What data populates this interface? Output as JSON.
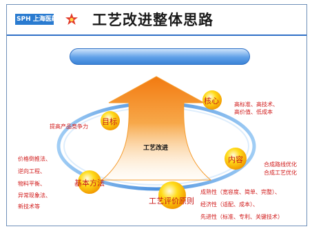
{
  "header": {
    "logo_text": "SPH 上海医药",
    "title": "工艺改进整体思路"
  },
  "diagram": {
    "center_label": "工艺改进",
    "nodes": [
      {
        "id": "core",
        "label": "核心"
      },
      {
        "id": "goal",
        "label": "目标"
      },
      {
        "id": "content",
        "label": "内容"
      },
      {
        "id": "method",
        "label": "基本方法"
      },
      {
        "id": "principle",
        "label": "工艺评价原则"
      }
    ],
    "notes": {
      "core": [
        "高标准、高技术、",
        "高价值、低成本"
      ],
      "goal": [
        "提高产品竞争力"
      ],
      "content": [
        "合成路线优化",
        "合成工艺优化"
      ],
      "method": [
        "价格倒推法、",
        "逆向工程、",
        "物料平衡、",
        "异常现象法、",
        "新技术等"
      ],
      "principle": [
        "成熟性（宽容度、简单、完整）、",
        "经济性（适配、成本）、",
        "先进性（标准、专利、关键技术）"
      ]
    }
  },
  "colors": {
    "accent": "#2f6fc7",
    "arrow_orange": "#f08a1a",
    "ball_yellow": "#ffd400",
    "note_red": "#d01818"
  }
}
